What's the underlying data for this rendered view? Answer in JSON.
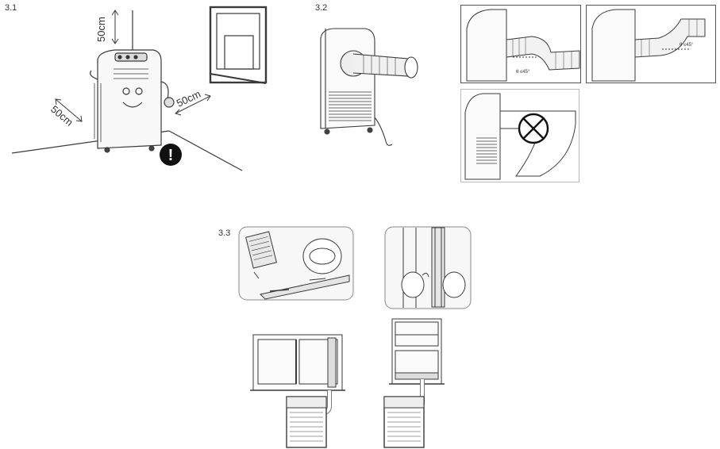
{
  "figure_3_1": {
    "label": "3.1",
    "clearance_top": "50cm",
    "clearance_left": "50cm",
    "clearance_right": "50cm",
    "warning_glyph": "!"
  },
  "figure_3_2": {
    "label": "3.2",
    "hose_angle_left": "θ ≤45°",
    "hose_angle_right": "θ ≤45°",
    "prohibited_icon": "cross-circle-icon"
  },
  "figure_3_3": {
    "label": "3.3"
  },
  "colors": {
    "line": "#3a3a3a",
    "panel_border": "#8a8a8a",
    "panel_bg": "#f4f4f4",
    "warning_fill": "#111111"
  }
}
